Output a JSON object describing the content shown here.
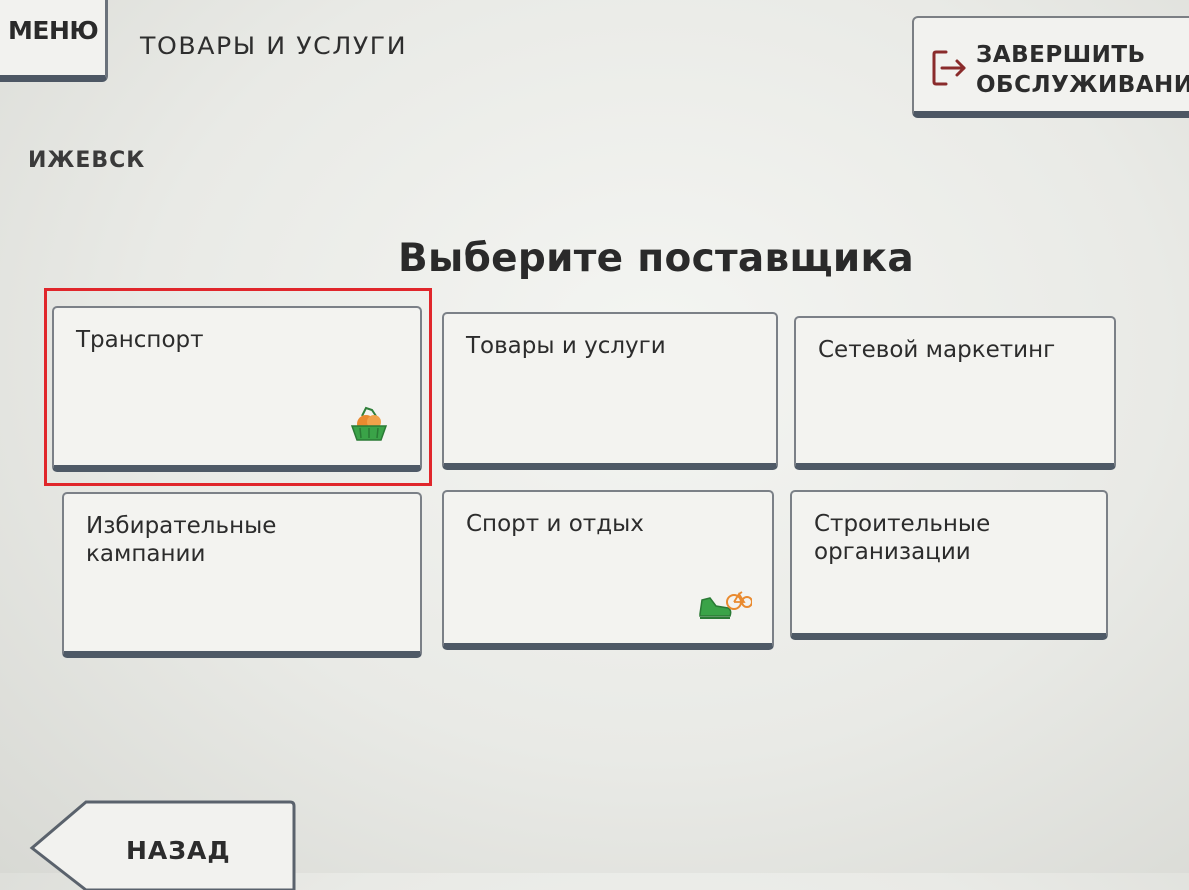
{
  "header": {
    "menu_label": "МЕНЮ",
    "section_title": "ТОВАРЫ И УСЛУГИ",
    "finish_label_line1": "ЗАВЕРШИТЬ",
    "finish_label_line2": "ОБСЛУЖИВАНИЕ"
  },
  "location": {
    "city": "ИЖЕВСК"
  },
  "main": {
    "heading": "Выберите поставщика",
    "providers": [
      {
        "label": "Транспорт",
        "icon": "basket-icon",
        "selected": true
      },
      {
        "label": "Товары и услуги",
        "icon": null,
        "selected": false
      },
      {
        "label": "Сетевой маркетинг",
        "icon": null,
        "selected": false
      },
      {
        "label": "Избирательные\nкампании",
        "icon": null,
        "selected": false
      },
      {
        "label": "Спорт и отдых",
        "icon": "sneaker-bicycle-icon",
        "selected": false
      },
      {
        "label": "Строительные\nорганизации",
        "icon": null,
        "selected": false
      }
    ]
  },
  "footer": {
    "back_label": "НАЗАД"
  },
  "colors": {
    "highlight": "#e0262b",
    "tile_shadow": "#4e5966",
    "exit_icon": "#8a2b2b",
    "icon_green": "#3aa348",
    "icon_orange": "#e98a2f"
  }
}
